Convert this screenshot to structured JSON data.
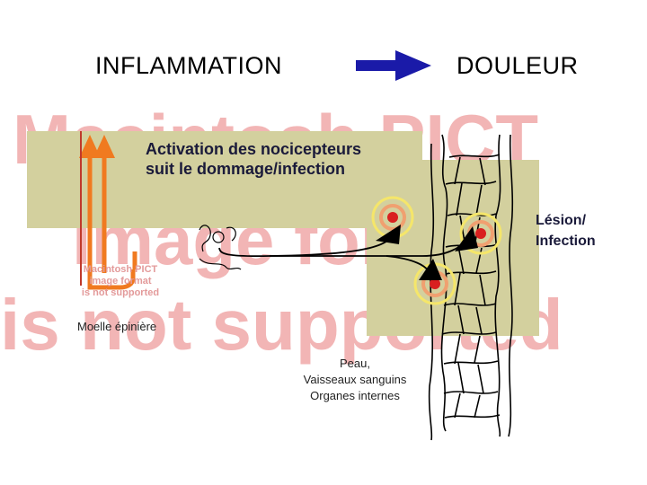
{
  "header": {
    "left_title": "INFLAMMATION",
    "right_title": "DOULEUR"
  },
  "watermark": {
    "line1": "Macintosh PICT",
    "line2": "image format",
    "line3": "is not supported"
  },
  "callout": {
    "line1": "Activation des nocicepteurs",
    "line2": "suit le dommage/infection"
  },
  "labels": {
    "lesion_line1": "Lésion/",
    "lesion_line2": "Infection",
    "spinal_cord": "Moelle épinière",
    "tissue_line1": "Peau,",
    "tissue_line2": "Vaisseaux sanguins",
    "tissue_line3": "Organes internes"
  },
  "small_watermark": {
    "line1": "Macintosh PICT",
    "line2": "image format",
    "line3": "is not supported"
  },
  "colors": {
    "arrow_blue": "#1a1aa8",
    "pathway_orange": "#f07a20",
    "panel_khaki": "#d3d09e",
    "watermark_pink": "#f2b5b5",
    "lesion_red": "#d92020"
  }
}
